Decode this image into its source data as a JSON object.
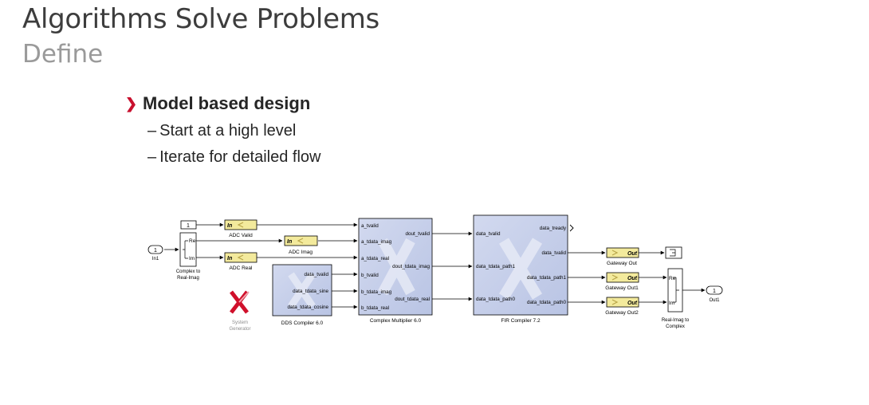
{
  "slide": {
    "title": "Algorithms Solve Problems",
    "subtitle": "Define"
  },
  "bullets": {
    "main": "Model based design",
    "subs": [
      "Start at a high level",
      "Iterate for detailed flow"
    ],
    "dash": "–"
  },
  "colors": {
    "accent": "#c8102e",
    "block_fill": "#c5cee8",
    "gateway_fill": "#f3ea9c"
  },
  "diagram": {
    "inport_in1": {
      "num": "1",
      "label": "In1"
    },
    "constant": {
      "value": "1"
    },
    "complex_to_real_imag": {
      "label1": "Complex to",
      "label2": "Real-Imag",
      "port_re": "Re",
      "port_im": "Im"
    },
    "gateway_in_valid": {
      "text": "In",
      "label": "ADC Valid"
    },
    "gateway_in_imag": {
      "text": "In",
      "label": "ADC Imag"
    },
    "gateway_in_real": {
      "text": "In",
      "label": "ADC Real"
    },
    "dds": {
      "label": "DDS Compiler 6.0",
      "ports": [
        "data_tvalid",
        "data_tdata_sine",
        "data_tdata_cosine"
      ]
    },
    "sysgen": {
      "label1": "System",
      "label2": "Generator"
    },
    "cmult": {
      "label": "Complex Multiplier 6.0",
      "inputs": [
        "a_tvalid",
        "a_tdata_imag",
        "a_tdata_real",
        "b_tvalid",
        "b_tdata_imag",
        "b_tdata_real"
      ],
      "outputs": [
        "dout_tvalid",
        "dout_tdata_imag",
        "dout_tdata_real"
      ]
    },
    "fir": {
      "label": "FIR Compiler 7.2",
      "inputs": [
        "data_tvalid",
        "data_tdata_path1",
        "data_tdata_path0"
      ],
      "outputs": [
        "data_tready",
        "data_tvalid",
        "data_tdata_path1",
        "data_tdata_path0"
      ]
    },
    "gateway_out": {
      "text": "Out",
      "label": "Gateway Out"
    },
    "gateway_out1": {
      "text": "Out",
      "label": "Gateway Out1"
    },
    "gateway_out2": {
      "text": "Out",
      "label": "Gateway Out2"
    },
    "real_imag_to_complex": {
      "label1": "Real-Imag to",
      "label2": "Complex",
      "port_re": "Re",
      "port_im": "Im"
    },
    "outport_out1": {
      "num": "1",
      "label": "Out1"
    }
  }
}
